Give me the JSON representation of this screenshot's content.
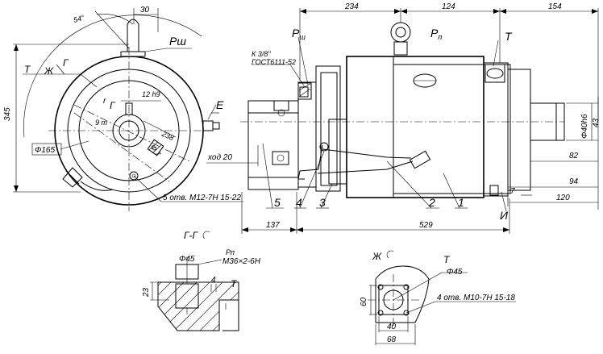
{
  "dims": {
    "d30": "30",
    "d234": "234",
    "d124": "124",
    "d154": "154",
    "d345": "345",
    "d82": "82",
    "d94": "94",
    "d120": "120",
    "d7": "7",
    "d43": "43",
    "d137": "137",
    "d529": "529",
    "d23": "23",
    "d4": "4",
    "d60": "60",
    "d40": "40",
    "d68": "68",
    "angle": "54°",
    "d12h9": "12 h9",
    "d238": "238",
    "dia_small": "Φ 7",
    "d9t": "9 т",
    "d_r": "r"
  },
  "labels": {
    "p_sh": "Рш",
    "t_left": "Т",
    "zh_left": "Ж",
    "g_left": "Г",
    "e_label": "Е",
    "phi165": "Φ165",
    "holes5": "5 отв. М12-7Н 15-22",
    "xod": "ход 20",
    "thread1": "К 3/8\"",
    "thread2": "ГОСТ6111-52",
    "p_top_left": "Р",
    "p_top_left_sub": "ш",
    "p_top_mid": "Р",
    "p_top_mid_sub": "п",
    "t_top": "Т",
    "shaft_dia": "Φ40h6",
    "i_label": "И",
    "sect_gg": "Г-Г",
    "sect_phi45": "Φ45",
    "sect_pn": "Рп",
    "sect_thread": "М36×2-6Н",
    "sect_t": "Т",
    "zh_title": "Ж",
    "zh_t": "Т",
    "zh_phi45": "Φ45",
    "zh_holes": "4 отв. М10-7Н 15-18"
  },
  "callouts": [
    "5",
    "4",
    "3",
    "2",
    "1"
  ]
}
